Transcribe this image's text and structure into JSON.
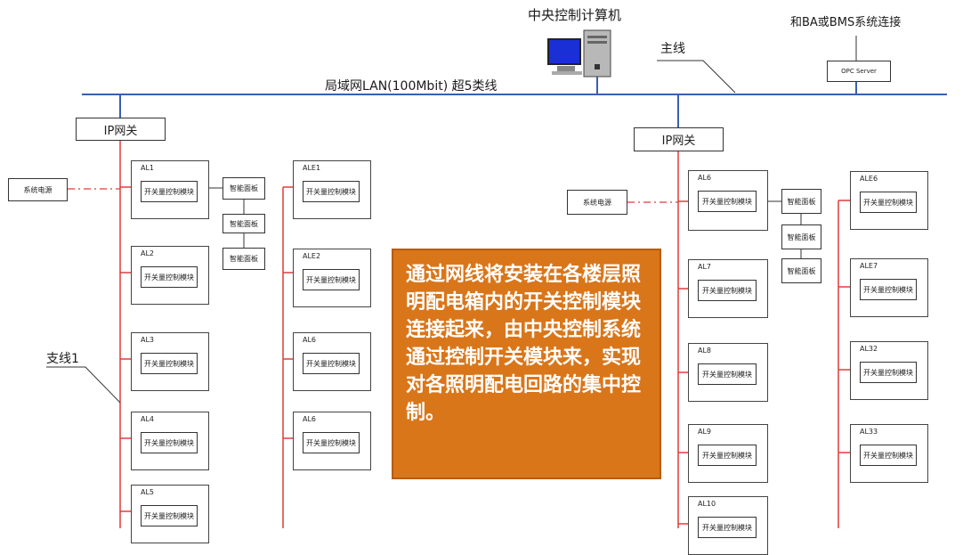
{
  "top": {
    "computer_label": "中央控制计算机",
    "bms_label": "和BA或BMS系统连接",
    "main_line_label": "主线",
    "lan_label": "局域网LAN(100Mbit) 超5类线",
    "opc_server": "OPC Server",
    "branch_label": "支线1"
  },
  "left_group": {
    "ip_module": "IP网关",
    "power_supply": "系统电源",
    "column_a": [
      {
        "tag": "AL1",
        "module": "开关量控制模块"
      },
      {
        "tag": "AL2",
        "module": "开关量控制模块"
      },
      {
        "tag": "AL3",
        "module": "开关量控制模块"
      },
      {
        "tag": "AL4",
        "module": "开关量控制模块"
      },
      {
        "tag": "AL5",
        "module": "开关量控制模块"
      }
    ],
    "smart_panels": [
      "智能面板",
      "智能面板",
      "智能面板"
    ],
    "column_b": [
      {
        "tag": "ALE1",
        "module": "开关量控制模块"
      },
      {
        "tag": "ALE2",
        "module": "开关量控制模块"
      },
      {
        "tag": "AL6",
        "module": "开关量控制模块"
      },
      {
        "tag": "AL6",
        "module": "开关量控制模块"
      }
    ]
  },
  "right_group": {
    "ip_module": "IP网关",
    "power_supply": "系统电源",
    "column_a": [
      {
        "tag": "AL6",
        "module": "开关量控制模块"
      },
      {
        "tag": "AL7",
        "module": "开关量控制模块"
      },
      {
        "tag": "AL8",
        "module": "开关量控制模块"
      },
      {
        "tag": "AL9",
        "module": "开关量控制模块"
      },
      {
        "tag": "AL10",
        "module": "开关量控制模块"
      }
    ],
    "smart_panels": [
      "智能面板",
      "智能面板",
      "智能面板"
    ],
    "column_b": [
      {
        "tag": "ALE6",
        "module": "开关量控制模块"
      },
      {
        "tag": "ALE7",
        "module": "开关量控制模块"
      },
      {
        "tag": "AL32",
        "module": "开关量控制模块"
      },
      {
        "tag": "AL33",
        "module": "开关量控制模块"
      }
    ]
  },
  "note": {
    "text": "通过网线将安装在各楼层照明配电箱内的开关控制模块连接起来，由中央控制系统通过控制开关模块来，实现对各照明配电回路的集中控制。"
  },
  "colors": {
    "bus_line": "#3a5fb0",
    "branch_line": "#e23a3a",
    "note_bg": "#d9761a"
  }
}
